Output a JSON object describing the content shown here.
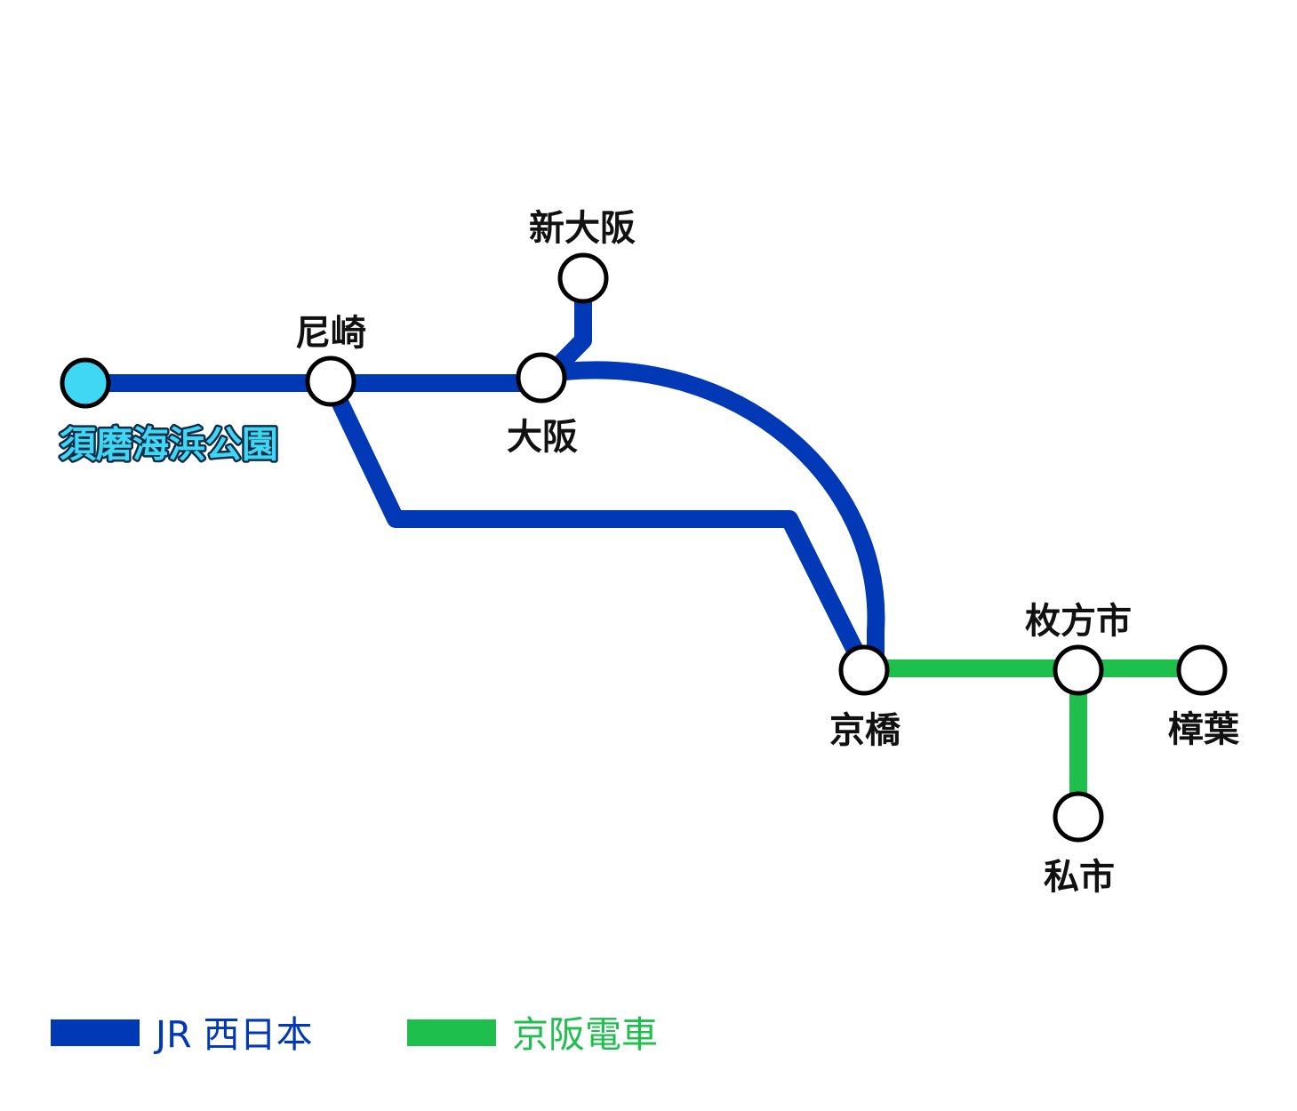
{
  "colors": {
    "jr_west": "#0038b5",
    "keihan": "#1fbf4e",
    "origin_station": "#40d7f5",
    "station_fill": "#ffffff",
    "station_outline": "#000000"
  },
  "stations": {
    "suma_kaihin_koen": "須磨海浜公園",
    "amagasaki": "尼崎",
    "osaka": "大阪",
    "shin_osaka": "新大阪",
    "kyobashi": "京橋",
    "hirakatashi": "枚方市",
    "kuzuha": "樟葉",
    "kisaichi": "私市"
  },
  "legend": {
    "jr_west": "JR 西日本",
    "keihan": "京阪電車"
  }
}
